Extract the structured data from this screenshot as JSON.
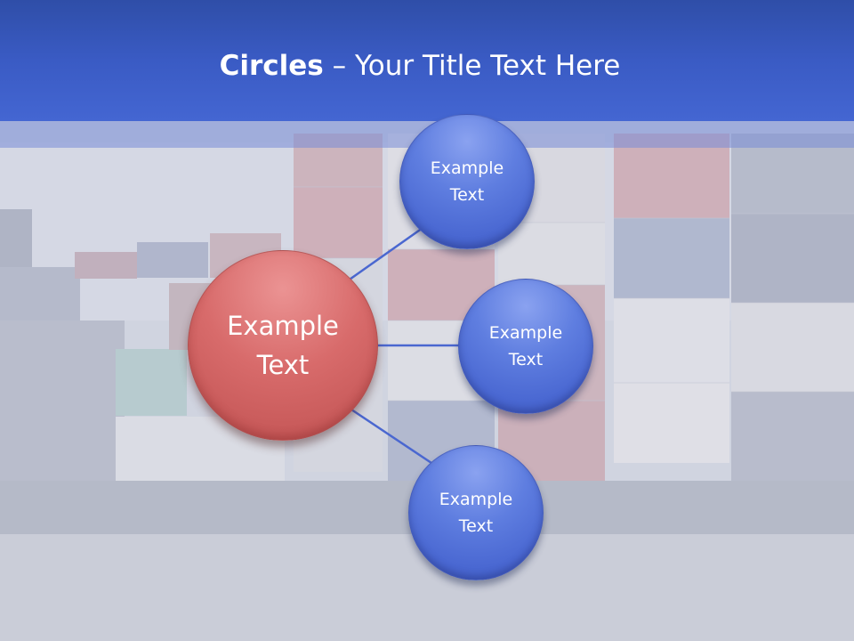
{
  "slide": {
    "title_bold": "Circles",
    "title_rest": " – Your Title Text Here"
  },
  "diagram": {
    "center": {
      "label_line1": "Example",
      "label_line2": "Text"
    },
    "nodes": [
      {
        "label_line1": "Example",
        "label_line2": "Text"
      },
      {
        "label_line1": "Example",
        "label_line2": "Text"
      },
      {
        "label_line1": "Example",
        "label_line2": "Text"
      }
    ]
  },
  "colors": {
    "header": "#3a5bc4",
    "center_circle": "#d86b6b",
    "node_circle": "#5f7ee0",
    "connector": "#4a67d0"
  }
}
